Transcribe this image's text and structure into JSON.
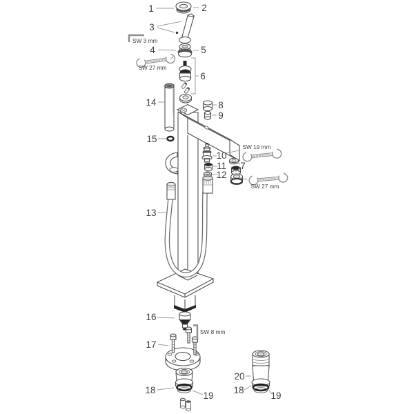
{
  "figure": {
    "type": "exploded-parts-diagram",
    "background": "#ffffff",
    "ink": "#4f4f4f",
    "leader_color": "#9b9b9b",
    "gasket_color": "#1f1f1f",
    "callouts": {
      "c1": "1",
      "c2": "2",
      "c3": "3",
      "c4": "4",
      "c5": "5",
      "c6": "6",
      "c7": "7",
      "c8": "8",
      "c9": "9",
      "c10": "10",
      "c11": "11",
      "c12": "12",
      "c13": "13",
      "c14": "14",
      "c15": "15",
      "c16": "16",
      "c17": "17",
      "c18_left": "18",
      "c19_left": "19",
      "c18_right": "18",
      "c19_right": "19",
      "c20": "20"
    },
    "tools": {
      "sw3": "SW 3 mm",
      "sw27_top": "SW 27 mm",
      "sw19": "SW 19 mm",
      "sw27_mid": "SW 27 mm",
      "sw8": "SW 8 mm"
    }
  }
}
